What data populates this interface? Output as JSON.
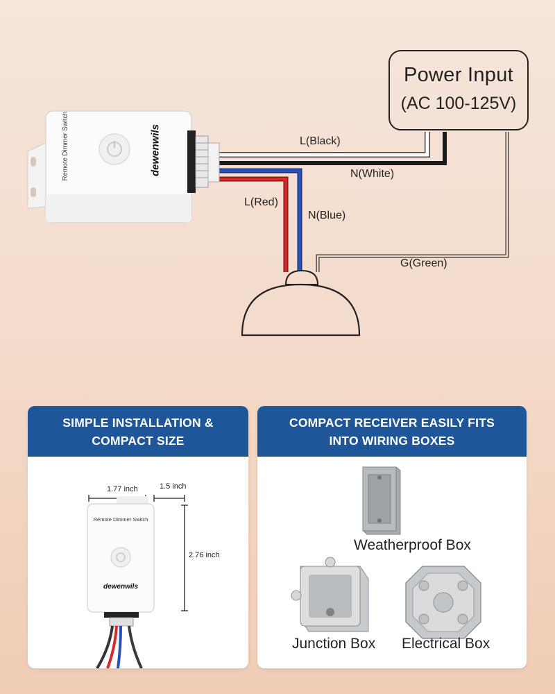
{
  "power_input": {
    "title": "Power Input",
    "voltage": "(AC 100-125V)"
  },
  "device": {
    "side_label": "Remote Dimmer Switch",
    "brand": "dewenwils"
  },
  "wires": {
    "black": "L(Black)",
    "white": "N(White)",
    "red": "L(Red)",
    "blue": "N(Blue)",
    "green": "G(Green)"
  },
  "colors": {
    "header_blue": "#1f5699",
    "wire_red": "#d42a2a",
    "wire_blue": "#2b4fb8",
    "wire_black": "#1a1a1a"
  },
  "card_left": {
    "heading_line1": "SIMPLE INSTALLATION &",
    "heading_line2": "COMPACT SIZE",
    "width_dim": "1.77 inch",
    "depth_dim": "1.5 inch",
    "height_dim": "2.76 inch",
    "front_label": "Remote Dimmer Switch",
    "brand": "dewenwils"
  },
  "card_right": {
    "heading_line1": "COMPACT RECEIVER EASILY FITS",
    "heading_line2": "INTO WIRING BOXES",
    "box1": "Weatherproof Box",
    "box2": "Junction Box",
    "box3": "Electrical Box"
  }
}
